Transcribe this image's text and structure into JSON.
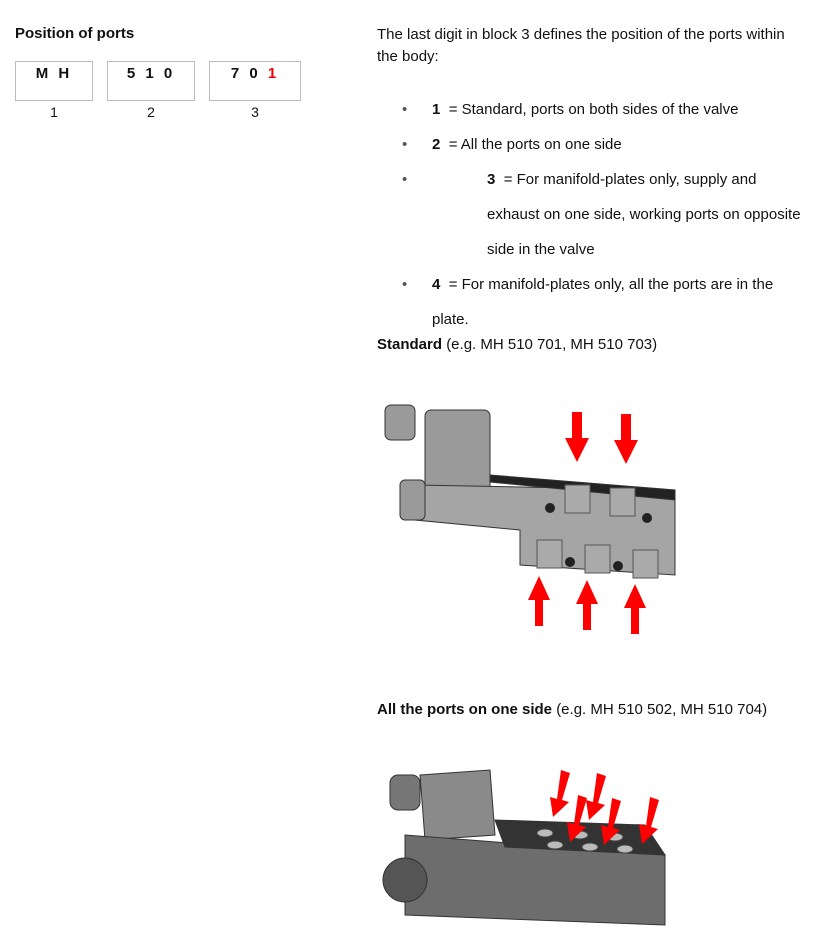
{
  "title": "Position of ports",
  "blocks": [
    {
      "code": "M H",
      "index": "1"
    },
    {
      "code": "5 1 0",
      "index": "2"
    },
    {
      "code_prefix": "7 0 ",
      "code_highlight": "1",
      "index": "3"
    }
  ],
  "intro": "The last digit in block 3 defines the position of the ports within the body:",
  "options": [
    {
      "num": "1",
      "text": "= Standard, ports on both sides of the valve"
    },
    {
      "num": "2",
      "text": "= All the ports on one side"
    },
    {
      "num": "3",
      "text": "= For manifold-plates only, supply and exhaust on one side, working ports on opposite side in the valve"
    },
    {
      "num": "4",
      "text": "= For manifold-plates only, all the ports are in the plate."
    }
  ],
  "sections": [
    {
      "title": "Standard",
      "examples": "(e.g. MH 510 701, MH 510 703)"
    },
    {
      "title": "All the ports on one side",
      "examples": "(e.g. MH 510 502, MH 510 704)"
    }
  ],
  "colors": {
    "highlight": "#e00000"
  }
}
